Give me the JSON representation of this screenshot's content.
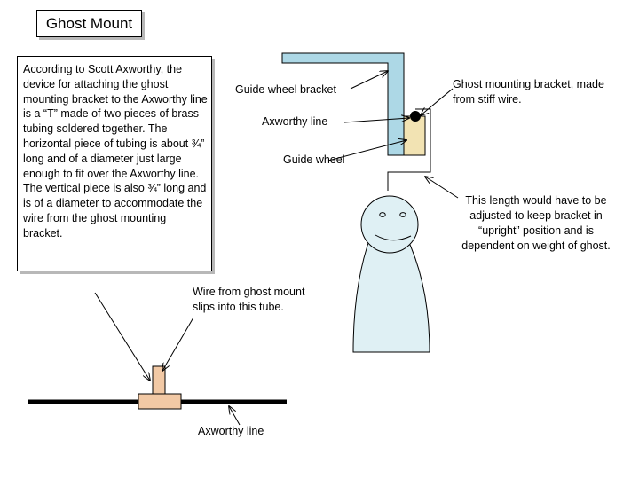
{
  "title": "Ghost Mount",
  "description": "According to Scott Axworthy, the device for attaching the ghost mounting bracket to the Axworthy line is a “T” made of two pieces of brass tubing soldered together.  The horizontal piece of tubing is about ¾” long and of a diameter just large enough to fit over the Axworthy line.  The vertical piece is also ¾” long and is of a diameter to accommodate the wire from the ghost mounting bracket.",
  "labels": {
    "guide_wheel_bracket": "Guide wheel bracket",
    "axworthy_line_top": "Axworthy line",
    "guide_wheel": "Guide wheel",
    "ghost_mounting_bracket": "Ghost mounting bracket, made from stiff wire.",
    "length_note": "This length would have to be adjusted to keep bracket in “upright” position and is dependent on weight of ghost.",
    "wire_note": "Wire from ghost mount slips into this tube.",
    "axworthy_line_bottom": "Axworthy line"
  },
  "colors": {
    "bracket_fill": "#add8e6",
    "ghost_fill": "#dff0f4",
    "wheel_fill": "#f2e3b3",
    "tube_fill": "#f2c9a5"
  }
}
